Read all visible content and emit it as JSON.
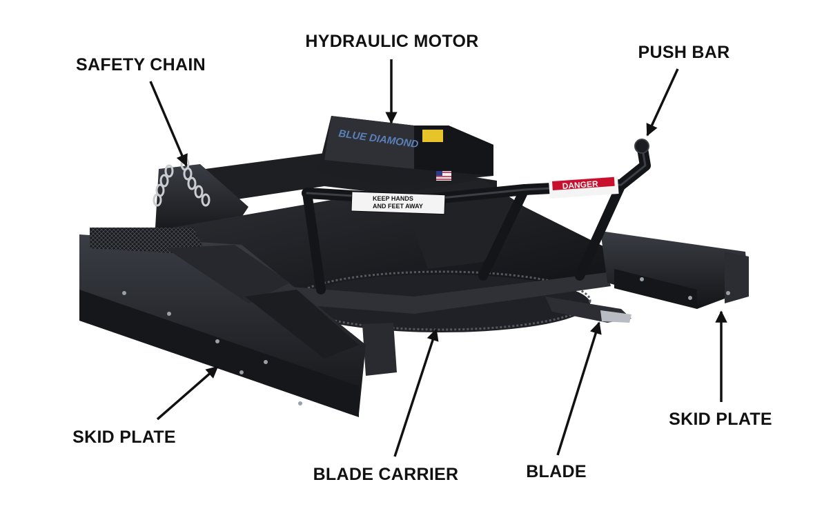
{
  "colors": {
    "background": "#ffffff",
    "steel": "#1b1c1f",
    "steel_highlight": "#3a3d44",
    "arrow": "#111111",
    "danger_red": "#c8102e",
    "decal_white": "#f4f4f4",
    "brand_blue": "#5b7fb8"
  },
  "labels": {
    "hydraulic_motor": "HYDRAULIC MOTOR",
    "safety_chain": "SAFETY CHAIN",
    "push_bar": "PUSH BAR",
    "skid_plate_left": "SKID PLATE",
    "skid_plate_right": "SKID PLATE",
    "blade_carrier": "BLADE CARRIER",
    "blade": "BLADE"
  },
  "decals": {
    "brand": "BLUE DIAMOND",
    "keep_hands_line1": "KEEP HANDS",
    "keep_hands_line2": "AND FEET AWAY",
    "danger": "DANGER"
  }
}
